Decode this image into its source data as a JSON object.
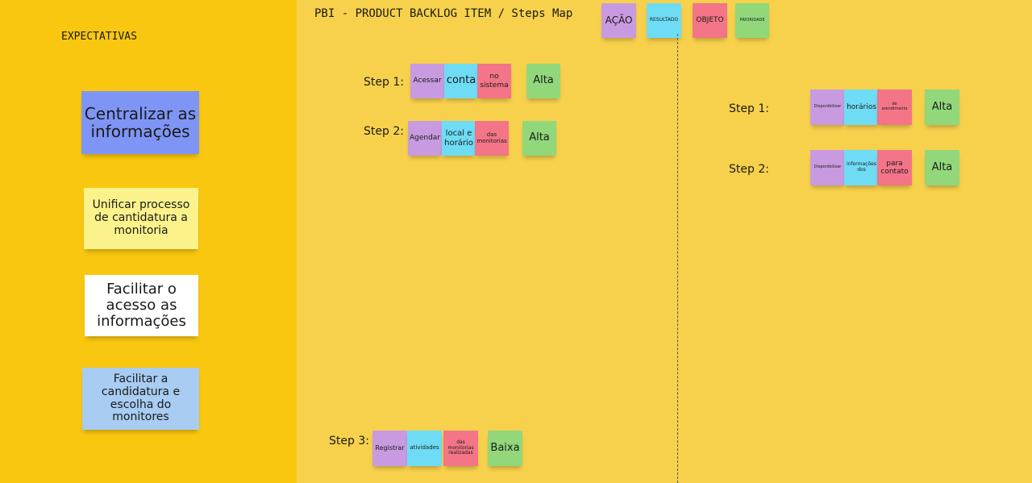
{
  "sidebar": {
    "title": "EXPECTATIVAS",
    "cards": [
      "Centralizar as informações",
      "Unificar processo de cantidatura a monitoria",
      "Facilitar o acesso as informações",
      "Facilitar a candidatura e escolha do monitores"
    ]
  },
  "board": {
    "title": "PBI - PRODUCT BACKLOG ITEM / Steps Map",
    "legend": {
      "acao": "AÇÃO",
      "resultado": "RESULTADO",
      "objeto": "OBJETO",
      "prioridade": "PRIORIDADE"
    }
  },
  "left_steps": [
    {
      "label": "Step 1:",
      "acao": "Acessar",
      "resultado": "conta",
      "objeto": "no sistema",
      "prioridade": "Alta"
    },
    {
      "label": "Step 2:",
      "acao": "Agendar",
      "resultado": "local e horário",
      "objeto": "das monitorias",
      "prioridade": "Alta"
    },
    {
      "label": "Step 3:",
      "acao": "Registrar",
      "resultado": "atividades",
      "objeto": "das monitorias realizadas",
      "prioridade": "Baixa"
    }
  ],
  "right_steps": [
    {
      "label": "Step 1:",
      "acao": "Disponibilizar",
      "resultado": "horários",
      "objeto": "de atendimento",
      "prioridade": "Alta"
    },
    {
      "label": "Step 2:",
      "acao": "Disponibilizar",
      "resultado": "informações dos",
      "objeto": "para contato",
      "prioridade": "Alta"
    }
  ],
  "colors": {
    "board_background": "#f7d14c",
    "sidebar_background": "#fac710",
    "acao": "#c89be0",
    "resultado": "#6fdcf5",
    "objeto": "#f37587",
    "prioridade": "#92d87b"
  }
}
